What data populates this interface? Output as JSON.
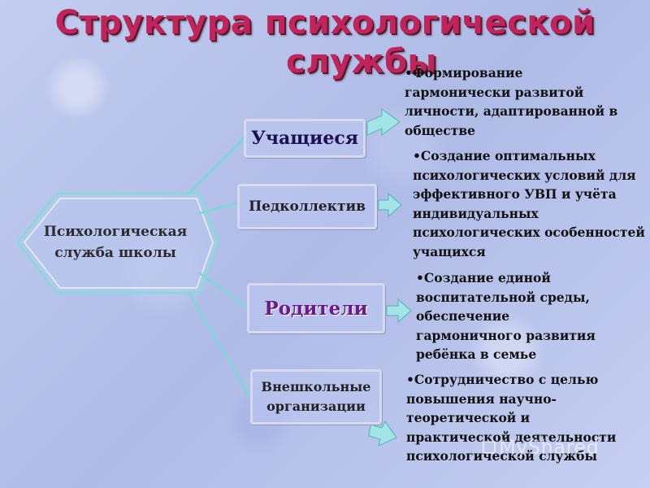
{
  "title": {
    "line1": "Структура психологической",
    "line2": "службы"
  },
  "center": {
    "label_line1": "Психологическая",
    "label_line2": "служба школы"
  },
  "branches": [
    {
      "label": "Учащиеся",
      "description": "•Формирование\nгармонически развитой\nличности, адаптированной в\nобществе"
    },
    {
      "label": "Педколлектив",
      "description": "•Создание оптимальных\nпсихологических условий для\nэффективного УВП и учёта\nиндивидуальных\nпсихологических особенностей\nучащихся"
    },
    {
      "label": "Родители",
      "description": "•Создание единой\nвоспитательной среды,\nобеспечение\nгармоничного развития\nребёнка в семье"
    },
    {
      "label_line1": "Внешкольные",
      "label_line2": "организации",
      "description": "•Сотрудничество с целью\nповышения научно-\nтеоретической и\nпрактической деятельности\nпсихологической службы"
    }
  ],
  "watermark": "MyShared",
  "colors": {
    "title": "#c0245a",
    "connector": "#7fd6d8",
    "arrow": "#9fe3e6",
    "roditeli": "#6a1a8a"
  }
}
